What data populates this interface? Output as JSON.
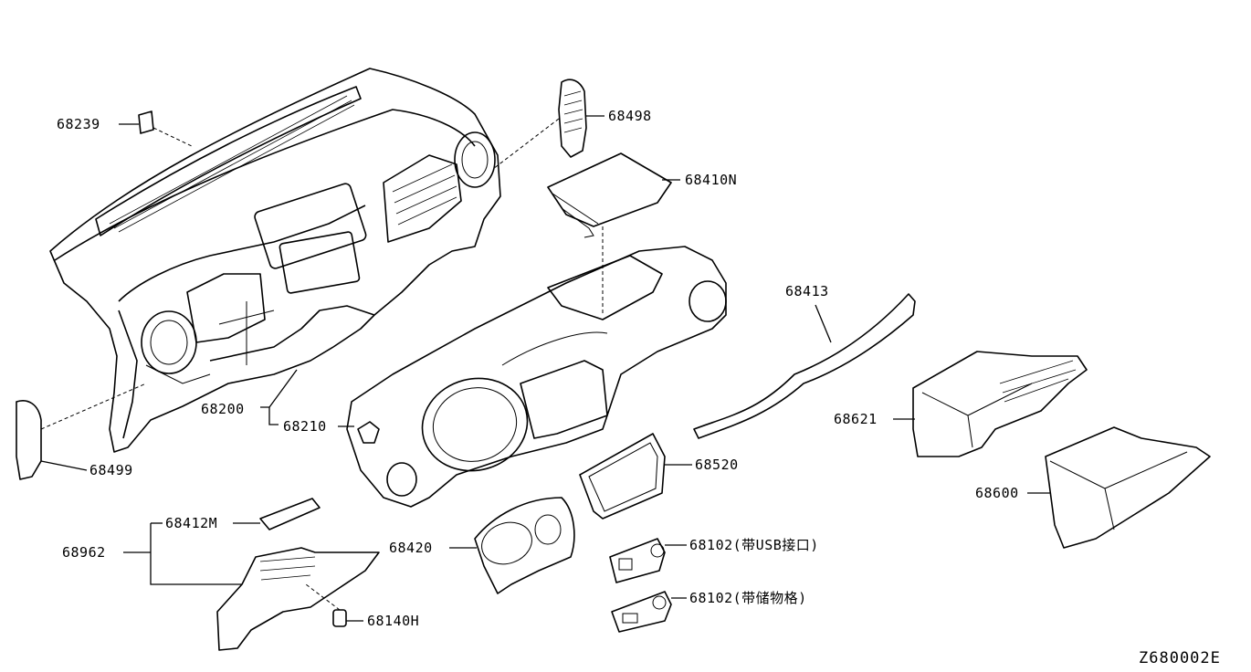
{
  "diagram_code": "Z680002E",
  "part_labels": {
    "p68239": "68239",
    "p68498": "68498",
    "p68410n": "68410N",
    "p68413": "68413",
    "p68200": "68200",
    "p68210": "68210",
    "p68499": "68499",
    "p68621": "68621",
    "p68520": "68520",
    "p68600": "68600",
    "p68412m": "68412M",
    "p68962": "68962",
    "p68420": "68420",
    "p68102_usb": "68102(带USB接口)",
    "p68102_storage": "68102(带储物格)",
    "p68140h": "68140H"
  }
}
